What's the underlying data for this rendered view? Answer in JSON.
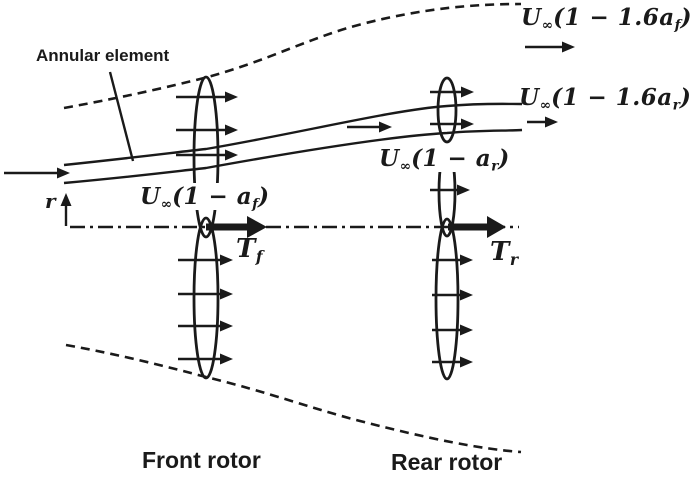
{
  "colors": {
    "ink": "#1a1a1a",
    "background": "#ffffff"
  },
  "labels": {
    "annular_element": "Annular element",
    "front_rotor": "Front rotor",
    "rear_rotor": "Rear rotor",
    "r_axis": "r",
    "u_freestream_front": {
      "u": "U",
      "inf": "∞",
      "body": "(1 − 1.6a",
      "sub": "f",
      "close": ")"
    },
    "u_freestream_rear": {
      "u": "U",
      "inf": "∞",
      "body": "(1 − 1.6a",
      "sub": "r",
      "close": ")"
    },
    "u_disk_rear": {
      "u": "U",
      "inf": "∞",
      "body": "(1 − a",
      "sub": "r",
      "close": ")"
    },
    "u_disk_front": {
      "u": "U",
      "inf": "∞",
      "body": "(1 − a",
      "sub": "f",
      "close": ")"
    },
    "thrust_front": {
      "t": "T",
      "sub": "f"
    },
    "thrust_rear": {
      "t": "T",
      "sub": "r"
    }
  }
}
